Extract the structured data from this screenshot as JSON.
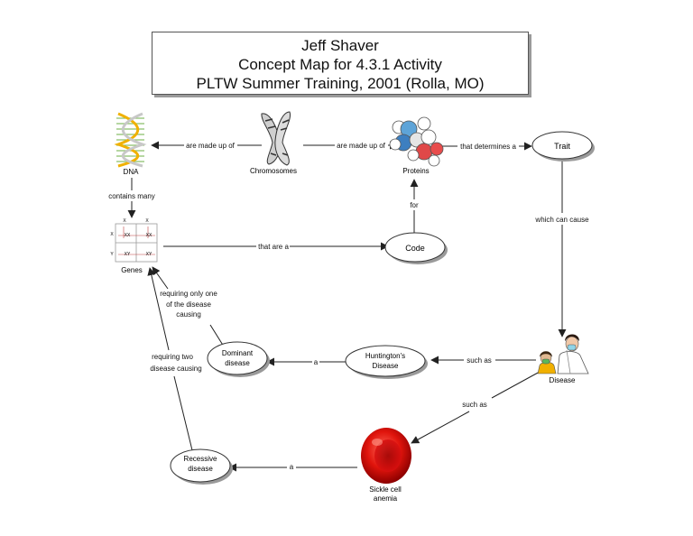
{
  "title": {
    "lines": [
      "Jeff Shaver",
      "Concept Map for 4.3.1 Activity",
      "PLTW Summer Training, 2001 (Rolla, MO)"
    ]
  },
  "nodes": {
    "dna": "DNA",
    "chromosomes": "Chromosomes",
    "proteins": "Proteins",
    "trait": "Trait",
    "genes": "Genes",
    "code": "Code",
    "disease": "Disease",
    "huntingtons": [
      "Huntington's",
      "Disease"
    ],
    "dominant": [
      "Dominant",
      "disease"
    ],
    "recessive": [
      "Recessive",
      "disease"
    ],
    "sickle": [
      "Sickle cell",
      "anemia"
    ]
  },
  "links": {
    "chrom_to_dna": "are made up of",
    "chrom_to_proteins": "are made up of",
    "proteins_to_trait": "that determines a",
    "dna_to_genes": "contains many",
    "code_to_proteins": "for",
    "genes_to_code": "that are a",
    "trait_to_disease": "which can cause",
    "dominant_to_genes": [
      "requiring only one",
      "of the disease",
      "causing"
    ],
    "disease_to_huntingtons": "such as",
    "huntingtons_to_dominant": "a",
    "recessive_to_genes": [
      "requiring two",
      "disease causing"
    ],
    "disease_to_sickle": "such as",
    "sickle_to_recessive": "a"
  },
  "punnett": {
    "top": [
      "X",
      "X"
    ],
    "left": [
      "X",
      "Y"
    ],
    "cells": [
      "XX",
      "XX",
      "XY",
      "XY"
    ]
  }
}
